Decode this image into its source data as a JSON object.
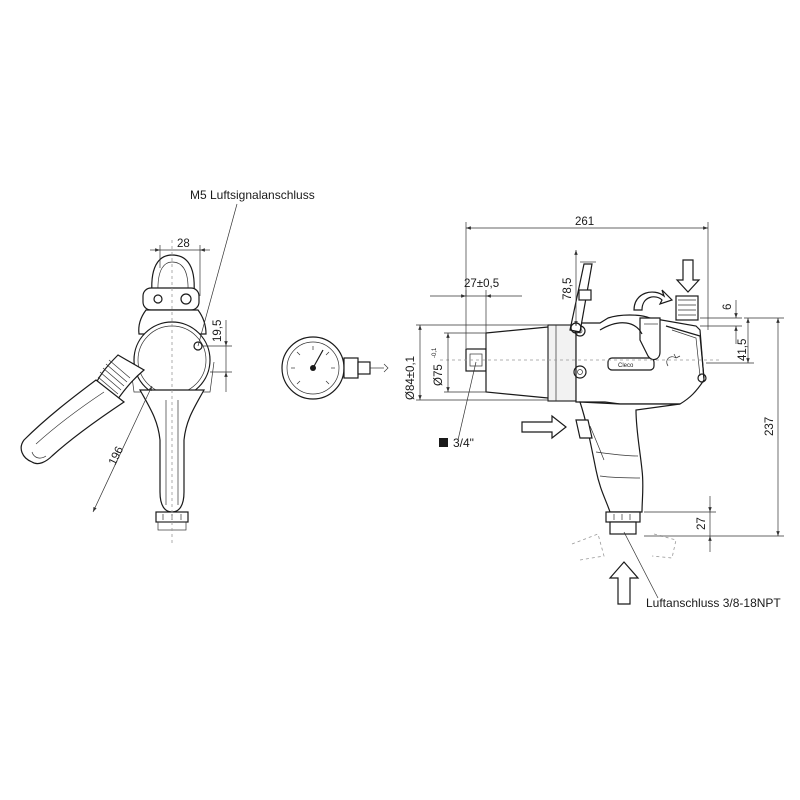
{
  "callouts": {
    "signal_port": "M5 Luftsignalanschluss",
    "air_inlet": "Luftanschluss 3/8-18NPT",
    "square_drive": "3/4\"",
    "brand": "Cleco"
  },
  "dimensions": {
    "left_width": "28",
    "left_offset": "19,5",
    "handle_length": "196",
    "total_length": "261",
    "drive_offset": "27±0,5",
    "top_height": "78,5",
    "small_offset": "6",
    "right_offset": "41,5",
    "total_height": "237",
    "bottom_offset": "27",
    "outer_dia": "Ø84±0,1",
    "inner_dia": "Ø75",
    "inner_tol": "-0,1"
  }
}
